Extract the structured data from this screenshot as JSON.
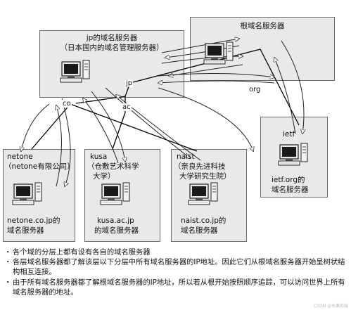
{
  "diagram": {
    "servers": {
      "root": {
        "title": "根域名服务器"
      },
      "jp": {
        "title": "jp的域名服务器",
        "subtitle": "（日本国内的域名管理服务器）"
      },
      "netone": {
        "name": "netone",
        "org": "（netone有限公司）",
        "caption_line1": "netone.co.jp的",
        "caption_line2": "域名服务器"
      },
      "kusa": {
        "name": "kusa",
        "org_line1": "（仓敷艺术科学",
        "org_line2": "大学）",
        "caption_line1": "kusa.ac.jp",
        "caption_line2": "的域名服务器"
      },
      "naist": {
        "name": "naist",
        "org_line1": "（奈良先进科技",
        "org_line2": "大学研究生院）",
        "caption_line1": "naist.co.jp的",
        "caption_line2": "域名服务器"
      },
      "ietf": {
        "name": "ietf",
        "caption_line1": "ietf.org的",
        "caption_line2": "域名服务器"
      }
    },
    "labels": {
      "jp": "jp",
      "org": "org",
      "co": "co",
      "ac": "ac"
    }
  },
  "notes": [
    "各个域的分层上都有设有各自的域名服务器",
    "各层域名服务器都了解该层以下分层中所有域名服务器的IP地址。因此它们从根域名服务器开始呈树状结构相互连接。",
    "由于所有域名服务器都了解根域名服务器的IP地址，所以若从根开始按照顺序追踪，可以访问世界上所有域名服务器的地址。"
  ],
  "bullet": "・",
  "watermark": "CSDN @水果前端"
}
